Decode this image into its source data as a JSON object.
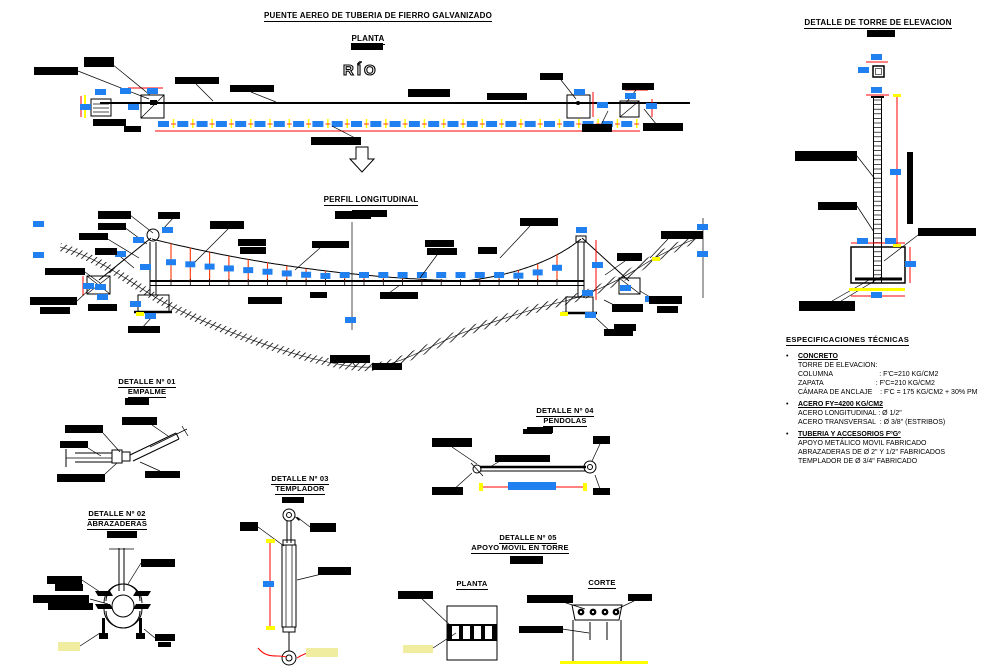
{
  "plan": {
    "title": "PUENTE AEREO DE TUBERIA DE FIERRO GALVANIZADO",
    "view_label": "PLANTA",
    "river_label": "RÍO"
  },
  "profile": {
    "title": "PERFIL LONGITUDINAL"
  },
  "tower_detail": {
    "title": "DETALLE DE TORRE DE ELEVACION"
  },
  "details": [
    {
      "title": "DETALLE Nº 01",
      "subtitle": "EMPALME"
    },
    {
      "title": "DETALLE Nº 02",
      "subtitle": "ABRAZADERAS"
    },
    {
      "title": "DETALLE Nº 03",
      "subtitle": "TEMPLADOR"
    },
    {
      "title": "DETALLE Nº 04",
      "subtitle": "PENDOLAS"
    },
    {
      "title": "DETALLE Nº 05",
      "subtitle": "APOYO MOVIL EN TORRE",
      "plan_label": "PLANTA",
      "section_label": "CORTE"
    }
  ],
  "specs": {
    "title": "ESPECIFICACIONES TÉCNICAS",
    "sections": [
      {
        "heading": "CONCRETO",
        "lines": [
          "TORRE DE ELEVACION:",
          "COLUMNA                        : F'C=210 KG/CM2",
          "ZAPATA                           : F'C=210 KG/CM2",
          "CÁMARA DE ANCLAJE    : F'C = 175 KG/CM2 + 30% PM"
        ]
      },
      {
        "heading": "ACERO FY=4200 KG/CM2",
        "lines": [
          "ACERO LONGITUDINAL : Ø 1/2\"",
          "ACERO TRANSVERSAL  : Ø 3/8\" (ESTRIBOS)"
        ]
      },
      {
        "heading": "TUBERIA Y ACCESORIOS FºGº",
        "lines": [
          "APOYO METÁLICO MOVIL FABRICADO",
          "ABRAZADERAS DE Ø 2\" Y 1/2\" FABRICADOS",
          "TEMPLADOR DE Ø 3/4\" FABRICADO"
        ]
      }
    ]
  },
  "colors": {
    "redaction": "#000000",
    "dimension_red": "#ff0000",
    "hanger_orange": "#ff3300",
    "highlight_blue": "#2080f0",
    "dimension_yellow": "#ffff00",
    "label_yellow": "#f0eda0"
  }
}
